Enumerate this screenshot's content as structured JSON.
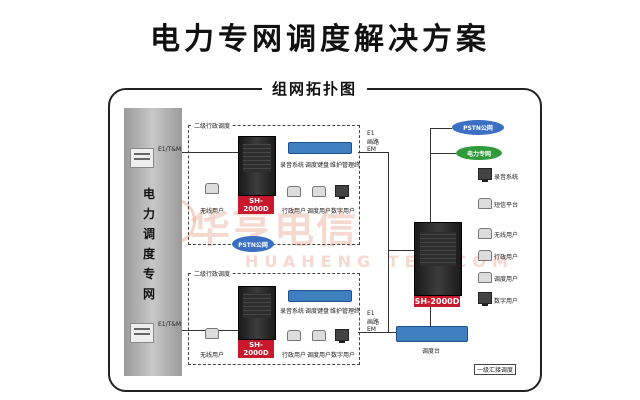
{
  "title": "电力专网调度解决方案",
  "subtitle": "组网拓扑图",
  "backbone": {
    "label": "电力调度专网"
  },
  "links": {
    "e1_tm": "E1/T&M",
    "e1_block_top": "E1 画路 EM",
    "e1_block_bottom": "E1 画路 EM"
  },
  "upper_site": {
    "title": "二级行政调度",
    "switch_label": "SH-2000D",
    "devices": {
      "recorder": "录音系统",
      "keyboard": "调度键盘",
      "maintenance": "维护管理终",
      "wireless": "无线用户",
      "analog": "行政用户",
      "console": "调度用户",
      "digital": "数字用户"
    }
  },
  "lower_site": {
    "title": "二级行政调度",
    "switch_label": "SH-2000D",
    "devices": {
      "recorder": "录音系统",
      "keyboard": "调度键盘",
      "maintenance": "维护管理终",
      "wireless": "无线用户",
      "analog": "行政用户",
      "console": "调度用户",
      "digital": "数字用户"
    }
  },
  "pstn_mid": "PSTN公网",
  "main_site": {
    "switch_label": "SH-2000D",
    "pstn": "PSTN公网",
    "power_net": "电力专网",
    "devices": {
      "recorder": "录音系统",
      "pda": "短信平台",
      "wireless": "无线用户",
      "analog": "行政用户",
      "console": "调度用户",
      "digital": "数字用户",
      "desk": "调度台"
    },
    "footer": "一级汇接调度"
  },
  "watermark": {
    "text": "华亨电信",
    "sub": "HUAHENG TELECOM"
  },
  "colors": {
    "switch_label_bg": "#c9182b",
    "pstn_cloud": "#3a6fc4",
    "power_cloud": "#2e9a3a",
    "console": "#3f7fbf"
  }
}
